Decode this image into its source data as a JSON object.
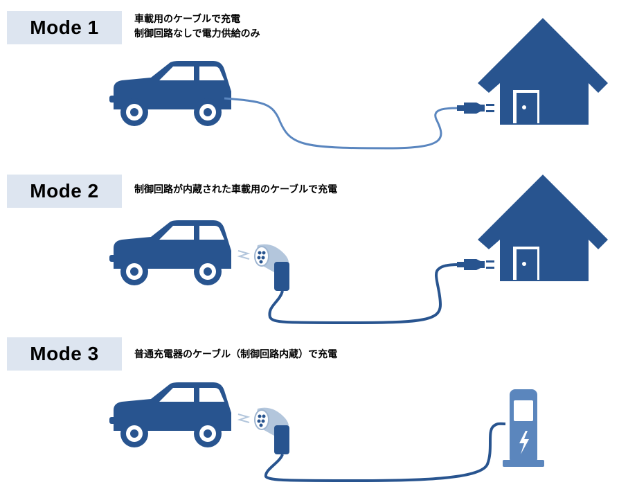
{
  "modes": [
    {
      "label": "Mode 1",
      "description_lines": [
        "車載用のケーブルで充電",
        "制御回路なしで電力供給のみ"
      ]
    },
    {
      "label": "Mode 2",
      "description_lines": [
        "制御回路が内蔵された車載用のケーブルで充電"
      ]
    },
    {
      "label": "Mode 3",
      "description_lines": [
        "普通充電器のケーブル（制御回路内蔵）で充電"
      ]
    }
  ],
  "colors": {
    "primary": "#28548f",
    "cable_light": "#5a86bf",
    "charger": "#5b86bd",
    "label_bg": "#dde5f0",
    "connector": "#b3c6dc"
  },
  "icons": [
    "car-icon",
    "house-icon",
    "wall-plug-icon",
    "ev-connector-icon",
    "charging-station-icon",
    "lightning-bolt-icon"
  ]
}
